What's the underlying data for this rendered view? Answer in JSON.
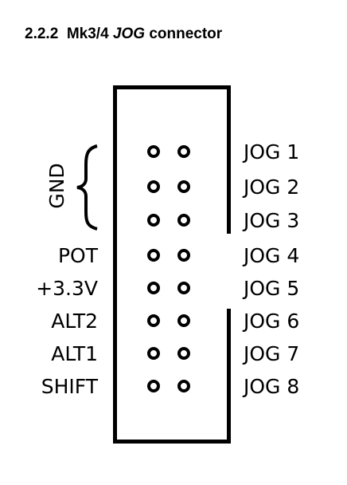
{
  "heading": {
    "number": "2.2.2",
    "prefix": "Mk3/4",
    "emphasis": "JOG",
    "suffix": "connector"
  },
  "left_labels": [
    "POT",
    "+3.3V",
    "ALT2",
    "ALT1",
    "SHIFT"
  ],
  "gnd_label": "GND",
  "right_labels": [
    "JOG 1",
    "JOG 2",
    "JOG 3",
    "JOG 4",
    "JOG 5",
    "JOG 6",
    "JOG 7",
    "JOG 8"
  ]
}
